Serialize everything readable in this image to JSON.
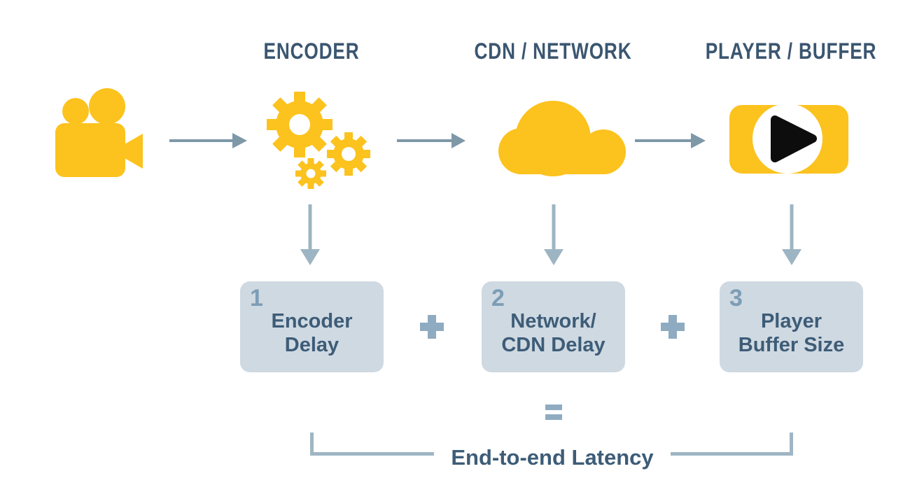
{
  "headers": {
    "encoder": "ENCODER",
    "cdn": "CDN / NETWORK",
    "player": "PLAYER / BUFFER"
  },
  "icons": {
    "source": "video-camera-icon",
    "encoder": "gears-icon",
    "cdn": "cloud-icon",
    "player": "play-button-icon"
  },
  "boxes": [
    {
      "number": "1",
      "line1": "Encoder",
      "line2": "Delay"
    },
    {
      "number": "2",
      "line1": "Network/",
      "line2": "CDN Delay"
    },
    {
      "number": "3",
      "line1": "Player",
      "line2": "Buffer Size"
    }
  ],
  "operators": {
    "plus": "+",
    "equals": "="
  },
  "footer": {
    "label": "End-to-end Latency"
  },
  "colors": {
    "icon_yellow": "#fcc21e",
    "heading_text": "#3b5670",
    "box_background": "#cfd9e2",
    "box_number": "#7c9db6",
    "box_text": "#3d5c77",
    "horizontal_arrow": "#7e98a8",
    "vertical_arrow": "#9db5c3",
    "operator": "#8eabc1",
    "bracket": "#9fb6c4",
    "play_triangle": "#0d0d0d"
  }
}
